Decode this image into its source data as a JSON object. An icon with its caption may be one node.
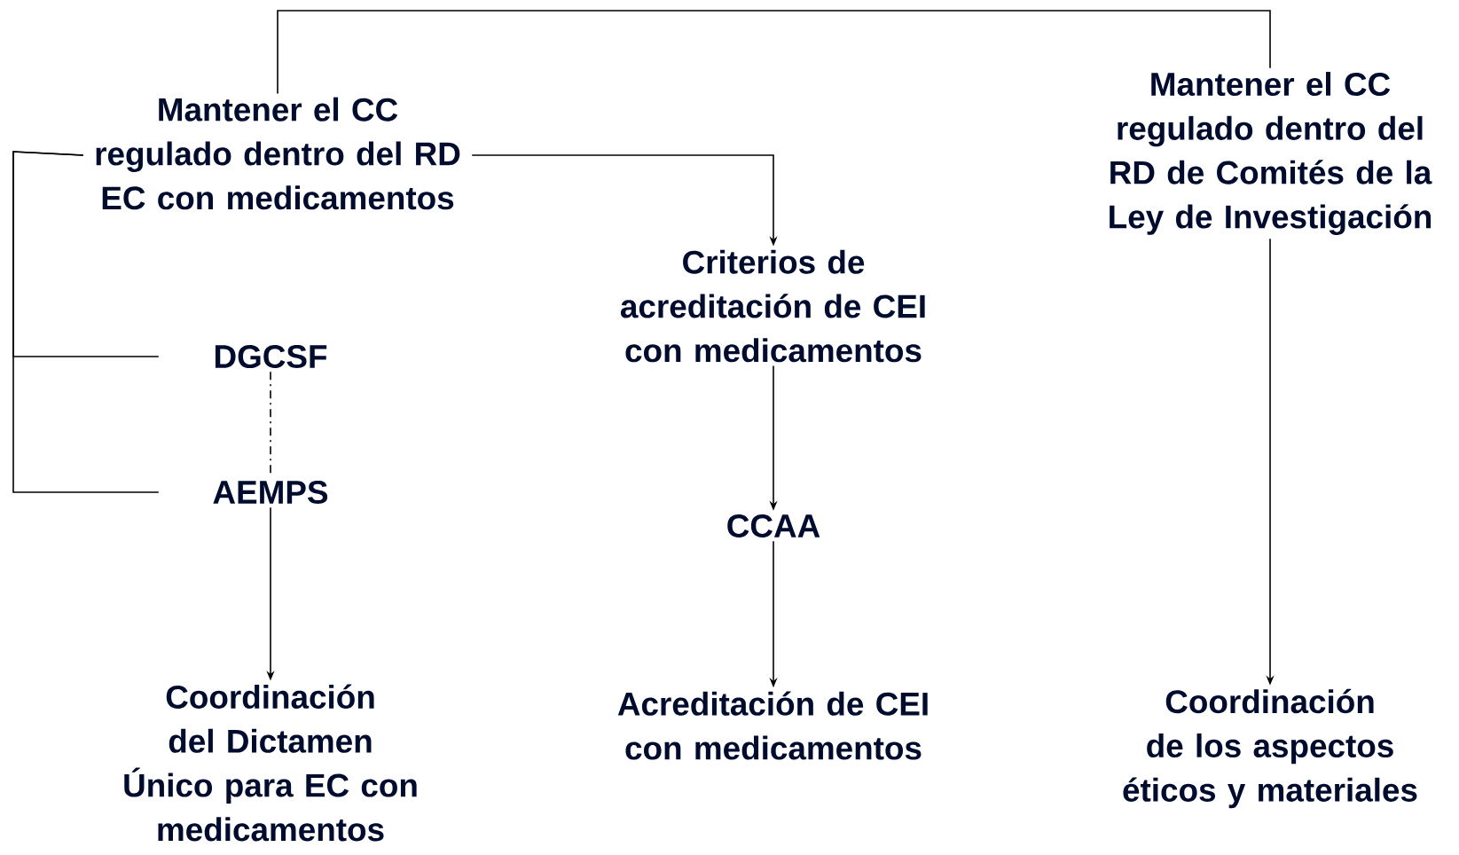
{
  "diagram": {
    "nodes": [
      {
        "text": [
          "Mantener el CC regulado dentro del RD EC con medicamentos"
        ]
      },
      {
        "text": [
          "Mantener el CC regulado dentro del RD de Comités de la Ley de Investigación"
        ]
      },
      {
        "text": [
          "DGCSF"
        ]
      },
      {
        "text": [
          "AEMPS"
        ]
      },
      {
        "text": [
          "Criterios de acreditación de CEI con medicamentos"
        ]
      },
      {
        "text": [
          "CCAA"
        ]
      },
      {
        "text": [
          "Coordinación del Dictamen Único para EC con medicamentos"
        ]
      },
      {
        "text": [
          "Acreditación de CEI con medicamentos"
        ]
      },
      {
        "text": [
          "Coordinación de los aspectos éticos y materiales"
        ]
      }
    ],
    "edges": [
      {
        "from": 0,
        "to": 1,
        "arrow": "none"
      },
      {
        "from": 0,
        "to": 4,
        "arrow": "to"
      },
      {
        "from": 0,
        "to": 2,
        "arrow": "none"
      },
      {
        "from": 0,
        "to": 3,
        "arrow": "none"
      },
      {
        "from": 2,
        "to": 3,
        "arrow": "none",
        "style": "dashed"
      },
      {
        "from": 3,
        "to": 6,
        "arrow": "to"
      },
      {
        "from": 4,
        "to": 5,
        "arrow": "to"
      },
      {
        "from": 5,
        "to": 7,
        "arrow": "to"
      },
      {
        "from": 1,
        "to": 8,
        "arrow": "to"
      }
    ]
  }
}
